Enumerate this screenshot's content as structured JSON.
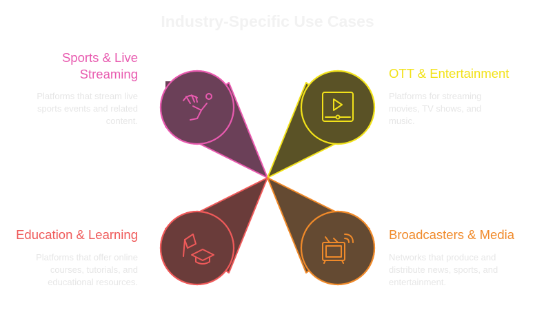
{
  "title": "Industry-Specific Use Cases",
  "segments": [
    {
      "id": "sports",
      "label_lines": [
        "Sports & Live",
        "Streaming"
      ],
      "description_lines": [
        "Platforms that stream live",
        "sports events and related",
        "content."
      ],
      "color": "#e85aaf",
      "fill": "#6b4058",
      "icon": "sports-fan-icon"
    },
    {
      "id": "ott",
      "label_lines": [
        "OTT & Entertainment"
      ],
      "description_lines": [
        "Platforms for streaming",
        "movies, TV shows, and",
        "music."
      ],
      "color": "#f2e21a",
      "fill": "#5a5226",
      "icon": "video-player-icon"
    },
    {
      "id": "education",
      "label_lines": [
        "Education & Learning"
      ],
      "description_lines": [
        "Platforms that offer online",
        "courses, tutorials, and",
        "educational resources."
      ],
      "color": "#ef5a5a",
      "fill": "#6a3c3a",
      "icon": "graduation-cap-icon"
    },
    {
      "id": "broadcast",
      "label_lines": [
        "Broadcasters & Media"
      ],
      "description_lines": [
        "Networks that produce and",
        "distribute news, sports, and",
        "entertainment."
      ],
      "color": "#f08a2a",
      "fill": "#644a32",
      "icon": "tv-broadcast-icon"
    }
  ]
}
